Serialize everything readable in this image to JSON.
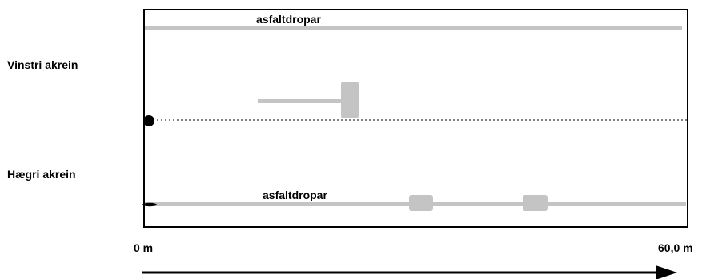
{
  "lanes": {
    "left_label": "Vinstri akrein",
    "right_label": "Hægri akrein"
  },
  "markings": {
    "top_label": "asfaltdropar",
    "bottom_label": "asfaltdropar"
  },
  "scale": {
    "start_label": "0 m",
    "end_label": "60,0 m"
  },
  "colors": {
    "marking": "#c4c4c4",
    "frame": "#000000",
    "background": "#ffffff"
  }
}
